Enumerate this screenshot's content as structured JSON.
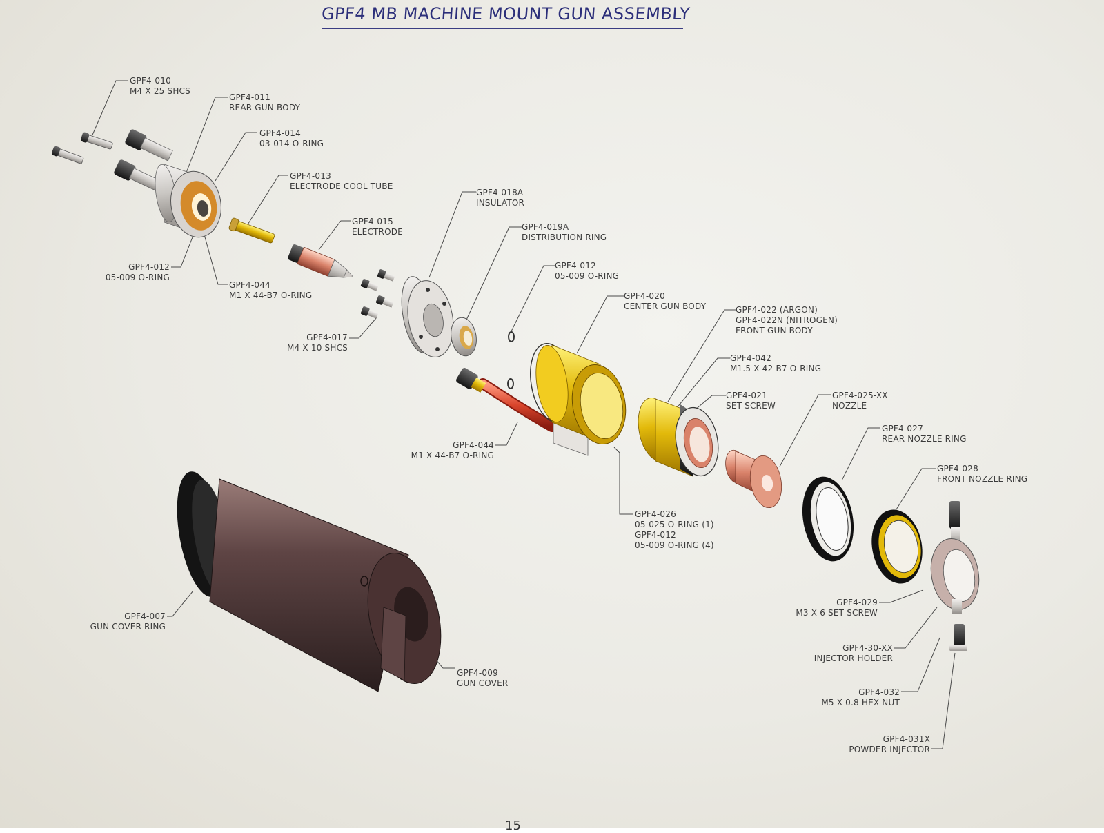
{
  "title": "GPF4 MB MACHINE MOUNT GUN ASSEMBLY",
  "page_number": "15",
  "callouts": [
    {
      "id": "c010",
      "code": "GPF4-010",
      "desc": "M4 X 25 SHCS"
    },
    {
      "id": "c011",
      "code": "GPF4-011",
      "desc": "REAR GUN BODY"
    },
    {
      "id": "c014",
      "code": "GPF4-014",
      "desc": "03-014 O-RING"
    },
    {
      "id": "c013",
      "code": "GPF4-013",
      "desc": "ELECTRODE COOL TUBE"
    },
    {
      "id": "c018a",
      "code": "GPF4-018A",
      "desc": "INSULATOR"
    },
    {
      "id": "c015",
      "code": "GPF4-015",
      "desc": "ELECTRODE"
    },
    {
      "id": "c019a",
      "code": "GPF4-019A",
      "desc": "DISTRIBUTION RING"
    },
    {
      "id": "c012a",
      "code": "GPF4-012",
      "desc": "05-009 O-RING"
    },
    {
      "id": "c012b",
      "code": "GPF4-012",
      "desc": "05-009 O-RING"
    },
    {
      "id": "c044a",
      "code": "GPF4-044",
      "desc": "M1 X 44-B7 O-RING"
    },
    {
      "id": "c020",
      "code": "GPF4-020",
      "desc": "CENTER GUN BODY"
    },
    {
      "id": "c022",
      "code": "GPF4-022 (ARGON)",
      "code2": "GPF4-022N (NITROGEN)",
      "desc": "FRONT GUN BODY"
    },
    {
      "id": "c017",
      "code": "GPF4-017",
      "desc": "M4 X 10 SHCS"
    },
    {
      "id": "c042",
      "code": "GPF4-042",
      "desc": "M1.5 X 42-B7 O-RING"
    },
    {
      "id": "c021",
      "code": "GPF4-021",
      "desc": "SET SCREW"
    },
    {
      "id": "c025",
      "code": "GPF4-025-XX",
      "desc": "NOZZLE"
    },
    {
      "id": "c027",
      "code": "GPF4-027",
      "desc": "REAR NOZZLE RING"
    },
    {
      "id": "c044b",
      "code": "GPF4-044",
      "desc": "M1 X 44-B7 O-RING"
    },
    {
      "id": "c028",
      "code": "GPF4-028",
      "desc": "FRONT NOZZLE RING"
    },
    {
      "id": "c026",
      "code": "GPF4-026",
      "desc": "05-025 O-RING (1)",
      "code2": "GPF4-012",
      "desc2": "05-009 O-RING (4)"
    },
    {
      "id": "c029",
      "code": "GPF4-029",
      "desc": "M3 X 6 SET SCREW"
    },
    {
      "id": "c007",
      "code": "GPF4-007",
      "desc": "GUN COVER RING"
    },
    {
      "id": "c030",
      "code": "GPF4-30-XX",
      "desc": "INJECTOR HOLDER"
    },
    {
      "id": "c009",
      "code": "GPF4-009",
      "desc": "GUN COVER"
    },
    {
      "id": "c032",
      "code": "GPF4-032",
      "desc": "M5 X 0.8 HEX NUT"
    },
    {
      "id": "c031x",
      "code": "GPF4-031X",
      "desc": "POWDER INJECTOR"
    }
  ],
  "colors": {
    "title_ink": "#2c2f7a",
    "label_ink": "#3b3b3b",
    "brass": "#e2b90a",
    "copper": "#d9826a",
    "steel": "#c9c6c2",
    "cover_brown": "#4e3838",
    "injector_tube": "#d9452c"
  }
}
